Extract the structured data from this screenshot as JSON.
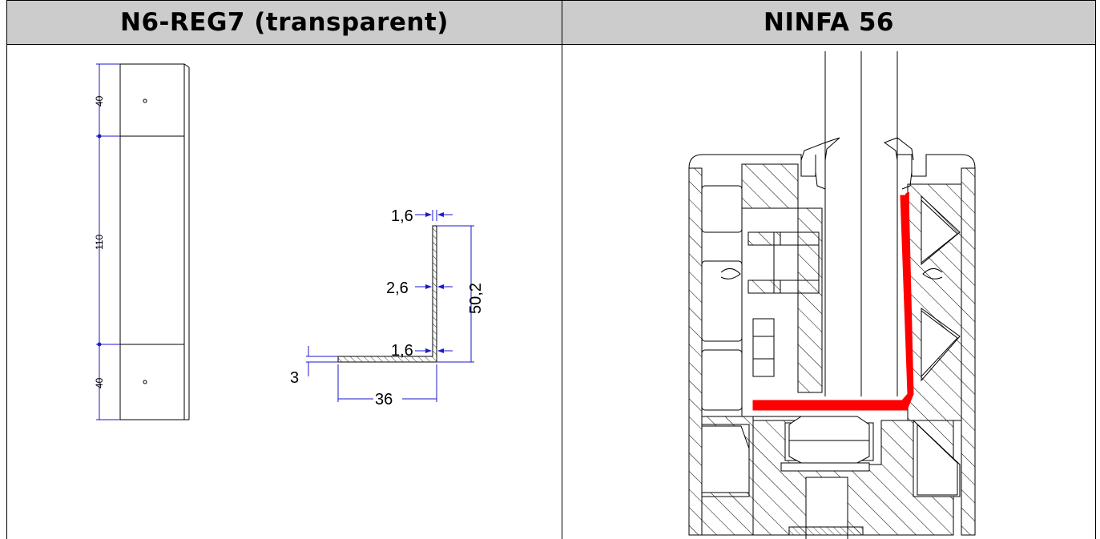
{
  "headers": {
    "left": "N6-REG7 (transparent)",
    "right": "NINFA 56"
  },
  "front_view_dims": {
    "top": "40",
    "middle": "110",
    "bottom": "40"
  },
  "section_dims": {
    "top_thickness": "1,6",
    "mid_thickness": "2,6",
    "bottom_thickness": "1,6",
    "height": "50,2",
    "base_thickness": "3",
    "width": "36"
  },
  "colors": {
    "dimension": "#1a1acc",
    "highlight": "#ff0000",
    "header_bg": "#cccccc"
  }
}
